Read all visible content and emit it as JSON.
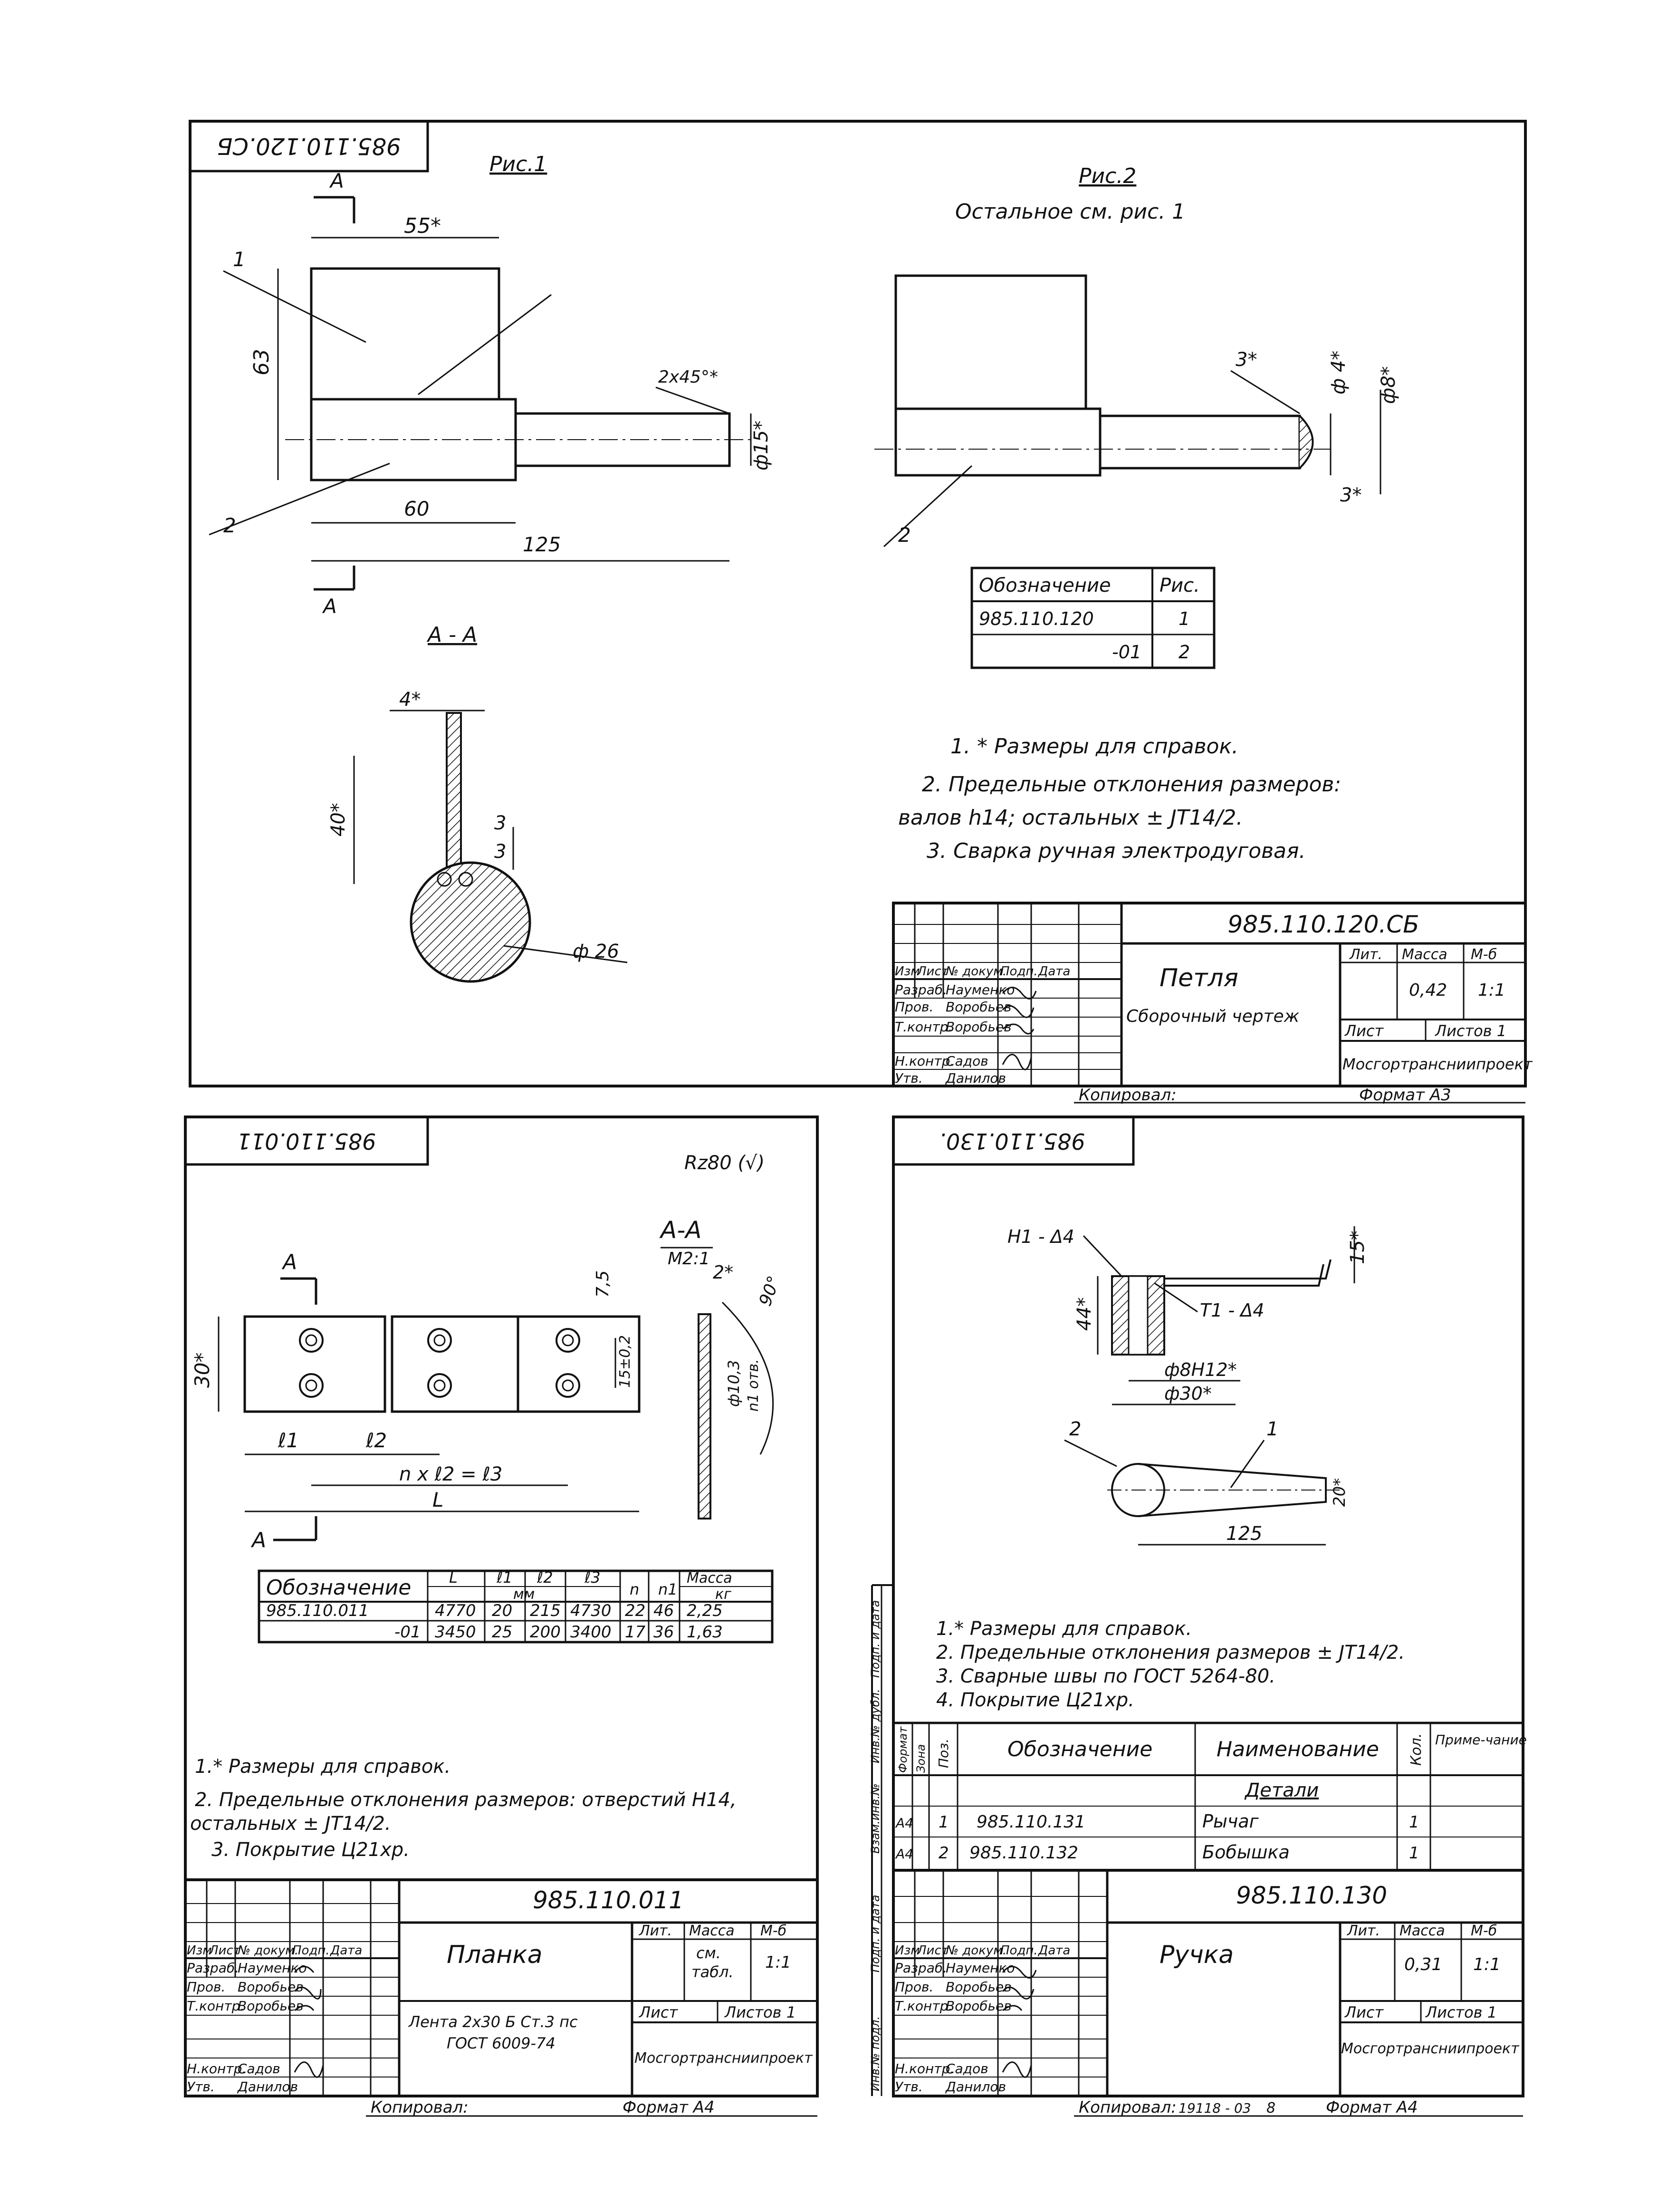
{
  "colors": {
    "ink": "#111111",
    "paper": "#ffffff"
  },
  "sheet1": {
    "code_mirror": "985.110.120.СБ",
    "fig1_label": "Рис.1",
    "fig2_label": "Рис.2",
    "fig2_note": "Остальное см. рис. 1",
    "fig1_dims": {
      "a_top": "А",
      "a_bottom": "А",
      "d55": "55*",
      "d63": "63",
      "d60": "60",
      "d125": "125",
      "chamfer": "2x45°*",
      "phi15": "ф15*",
      "pos1": "1",
      "pos2": "2"
    },
    "fig2_dims": {
      "d3a": "3*",
      "phi4": "ф 4*",
      "phi8": "ф8*",
      "d3b": "3*",
      "pos2": "2"
    },
    "section": {
      "title": "А - А",
      "d4": "4*",
      "d40": "40*",
      "d3a": "3",
      "d3b": "3",
      "phi26": "ф 26"
    },
    "variants_table": {
      "headers": [
        "Обозначение",
        "Рис."
      ],
      "rows": [
        [
          "985.110.120",
          "1"
        ],
        [
          "-01",
          "2"
        ]
      ]
    },
    "notes": [
      "1. * Размеры для справок.",
      "2. Предельные отклонения размеров:",
      "валов h14; остальных ± JT14/2.",
      "3. Сварка ручная электродуговая."
    ],
    "title_block": {
      "code": "985.110.120.СБ",
      "name": "Петля",
      "subtitle": "Сборочный чертеж",
      "col_headers": [
        "Изм",
        "Лист",
        "№ докум.",
        "Подп.",
        "Дата"
      ],
      "roles": [
        "Разраб.",
        "Пров.",
        "Т.контр.",
        "Н.контр.",
        "Утв."
      ],
      "people": [
        "Науменко",
        "Воробьев",
        "Воробьев",
        "Садов",
        "Данилов"
      ],
      "lit_header": "Лит.",
      "mass_header": "Масса",
      "scale_header": "М-б",
      "mass": "0,42",
      "scale": "1:1",
      "sheet": "Лист",
      "sheets": "Листов 1",
      "org": "Мосгортрансниипроект"
    },
    "copied": "Копировал:",
    "format": "Формат А3"
  },
  "sheet2": {
    "code_mirror": "985.110.011",
    "roughness": "Rz80 (√)",
    "dims": {
      "a_top": "А",
      "a_bottom": "А",
      "d30": "30*",
      "d75": "7,5",
      "d15": "15±0,2",
      "l1": "ℓ1",
      "l2": "ℓ2",
      "nxl": "n x ℓ2 = ℓ3",
      "L": "L"
    },
    "section": {
      "title": "А-А",
      "scale": "М2:1",
      "d2": "2*",
      "angle": "90°",
      "hole": "ф10,3",
      "holes_n": "n1 отв."
    },
    "table": {
      "headers": [
        "Обозначение",
        "L",
        "ℓ1",
        "ℓ2",
        "ℓ3",
        "n",
        "n1",
        "Масса"
      ],
      "subheaders": [
        "мм",
        "кг"
      ],
      "rows": [
        [
          "985.110.011",
          "4770",
          "20",
          "215",
          "4730",
          "22",
          "46",
          "2,25"
        ],
        [
          "-01",
          "3450",
          "25",
          "200",
          "3400",
          "17",
          "36",
          "1,63"
        ]
      ]
    },
    "notes": [
      "1.* Размеры для справок.",
      "2. Предельные отклонения размеров: отверстий H14,",
      "остальных ± JT14/2.",
      "3. Покрытие Ц21хр."
    ],
    "title_block": {
      "code": "985.110.011",
      "name": "Планка",
      "col_headers": [
        "Изм",
        "Лист",
        "№ докум.",
        "Подп.",
        "Дата"
      ],
      "roles": [
        "Разраб.",
        "Пров.",
        "Т.контр.",
        "Н.контр.",
        "Утв."
      ],
      "people": [
        "Науменко",
        "Воробьев",
        "Воробьев",
        "Садов",
        "Данилов"
      ],
      "lit_header": "Лит.",
      "mass_header": "Масса",
      "scale_header": "М-б",
      "mass_a": "см.",
      "mass_b": "табл.",
      "scale": "1:1",
      "sheet": "Лист",
      "sheets": "Листов 1",
      "material_1": "Лента 2х30 Б Ст.3 пс",
      "material_2": "ГОСТ 6009-74",
      "org": "Мосгортрансниипроект"
    },
    "copied": "Копировал:",
    "format": "Формат А4"
  },
  "sheet3": {
    "code_mirror": "985.110.130.",
    "dims": {
      "weld1": "Н1 - Δ4",
      "weld2": "Т1 - Δ4",
      "d44": "44*",
      "d15": "15*",
      "phi8": "ф8Н12*",
      "phi30": "ф30*",
      "pos2": "2",
      "pos1": "1",
      "d20": "20*",
      "d125": "125"
    },
    "notes": [
      "1.* Размеры для справок.",
      "2. Предельные отклонения размеров ± JT14/2.",
      "3. Сварные швы по ГОСТ 5264-80.",
      "4. Покрытие Ц21хр."
    ],
    "spec": {
      "headers": [
        "Формат",
        "Зона",
        "Поз.",
        "Обозначение",
        "Наименование",
        "Кол.",
        "Приме-чание"
      ],
      "section": "Детали",
      "rows": [
        [
          "А4",
          "",
          "1",
          "985.110.131",
          "Рычаг",
          "1",
          ""
        ],
        [
          "А4",
          "",
          "2",
          "985.110.132",
          "Бобышка",
          "1",
          ""
        ]
      ]
    },
    "side_labels": [
      "Инв.№ подл.",
      "Подп. и дата",
      "Взам.инв.№",
      "Инв.№ дубл.",
      "Подп. и дата"
    ],
    "title_block": {
      "code": "985.110.130",
      "name": "Ручка",
      "col_headers": [
        "Изм",
        "Лист",
        "№ докум.",
        "Подп.",
        "Дата"
      ],
      "roles": [
        "Разраб.",
        "Пров.",
        "Т.контр.",
        "Н.контр.",
        "Утв."
      ],
      "people": [
        "Науменко",
        "Воробьев",
        "Воробьев",
        "Садов",
        "Данилов"
      ],
      "lit_header": "Лит.",
      "mass_header": "Масса",
      "scale_header": "М-б",
      "mass": "0,31",
      "scale": "1:1",
      "sheet": "Лист",
      "sheets": "Листов 1",
      "org": "Мосгортрансниипроект"
    },
    "copied": "Копировал:",
    "stamp": "19118 - 03",
    "page_no": "8",
    "format": "Формат А4"
  }
}
